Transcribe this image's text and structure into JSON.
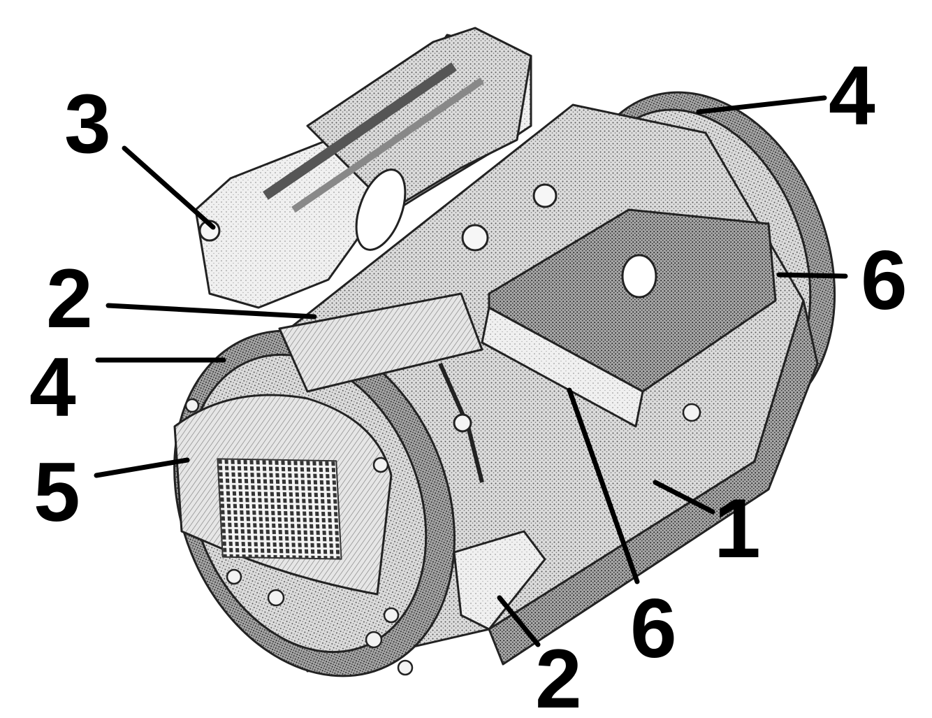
{
  "figure": {
    "subject": "traction-motor-drawing",
    "style": "stippled-line-art",
    "ink_color": "#000000",
    "paper_color": "#ffffff"
  },
  "callouts": [
    {
      "id": "c3",
      "label": "3"
    },
    {
      "id": "c2a",
      "label": "2"
    },
    {
      "id": "c4a",
      "label": "4"
    },
    {
      "id": "c5",
      "label": "5"
    },
    {
      "id": "c4b",
      "label": "4"
    },
    {
      "id": "c6a",
      "label": "6"
    },
    {
      "id": "c1",
      "label": "1"
    },
    {
      "id": "c6b",
      "label": "6"
    },
    {
      "id": "c2b",
      "label": "2"
    }
  ]
}
